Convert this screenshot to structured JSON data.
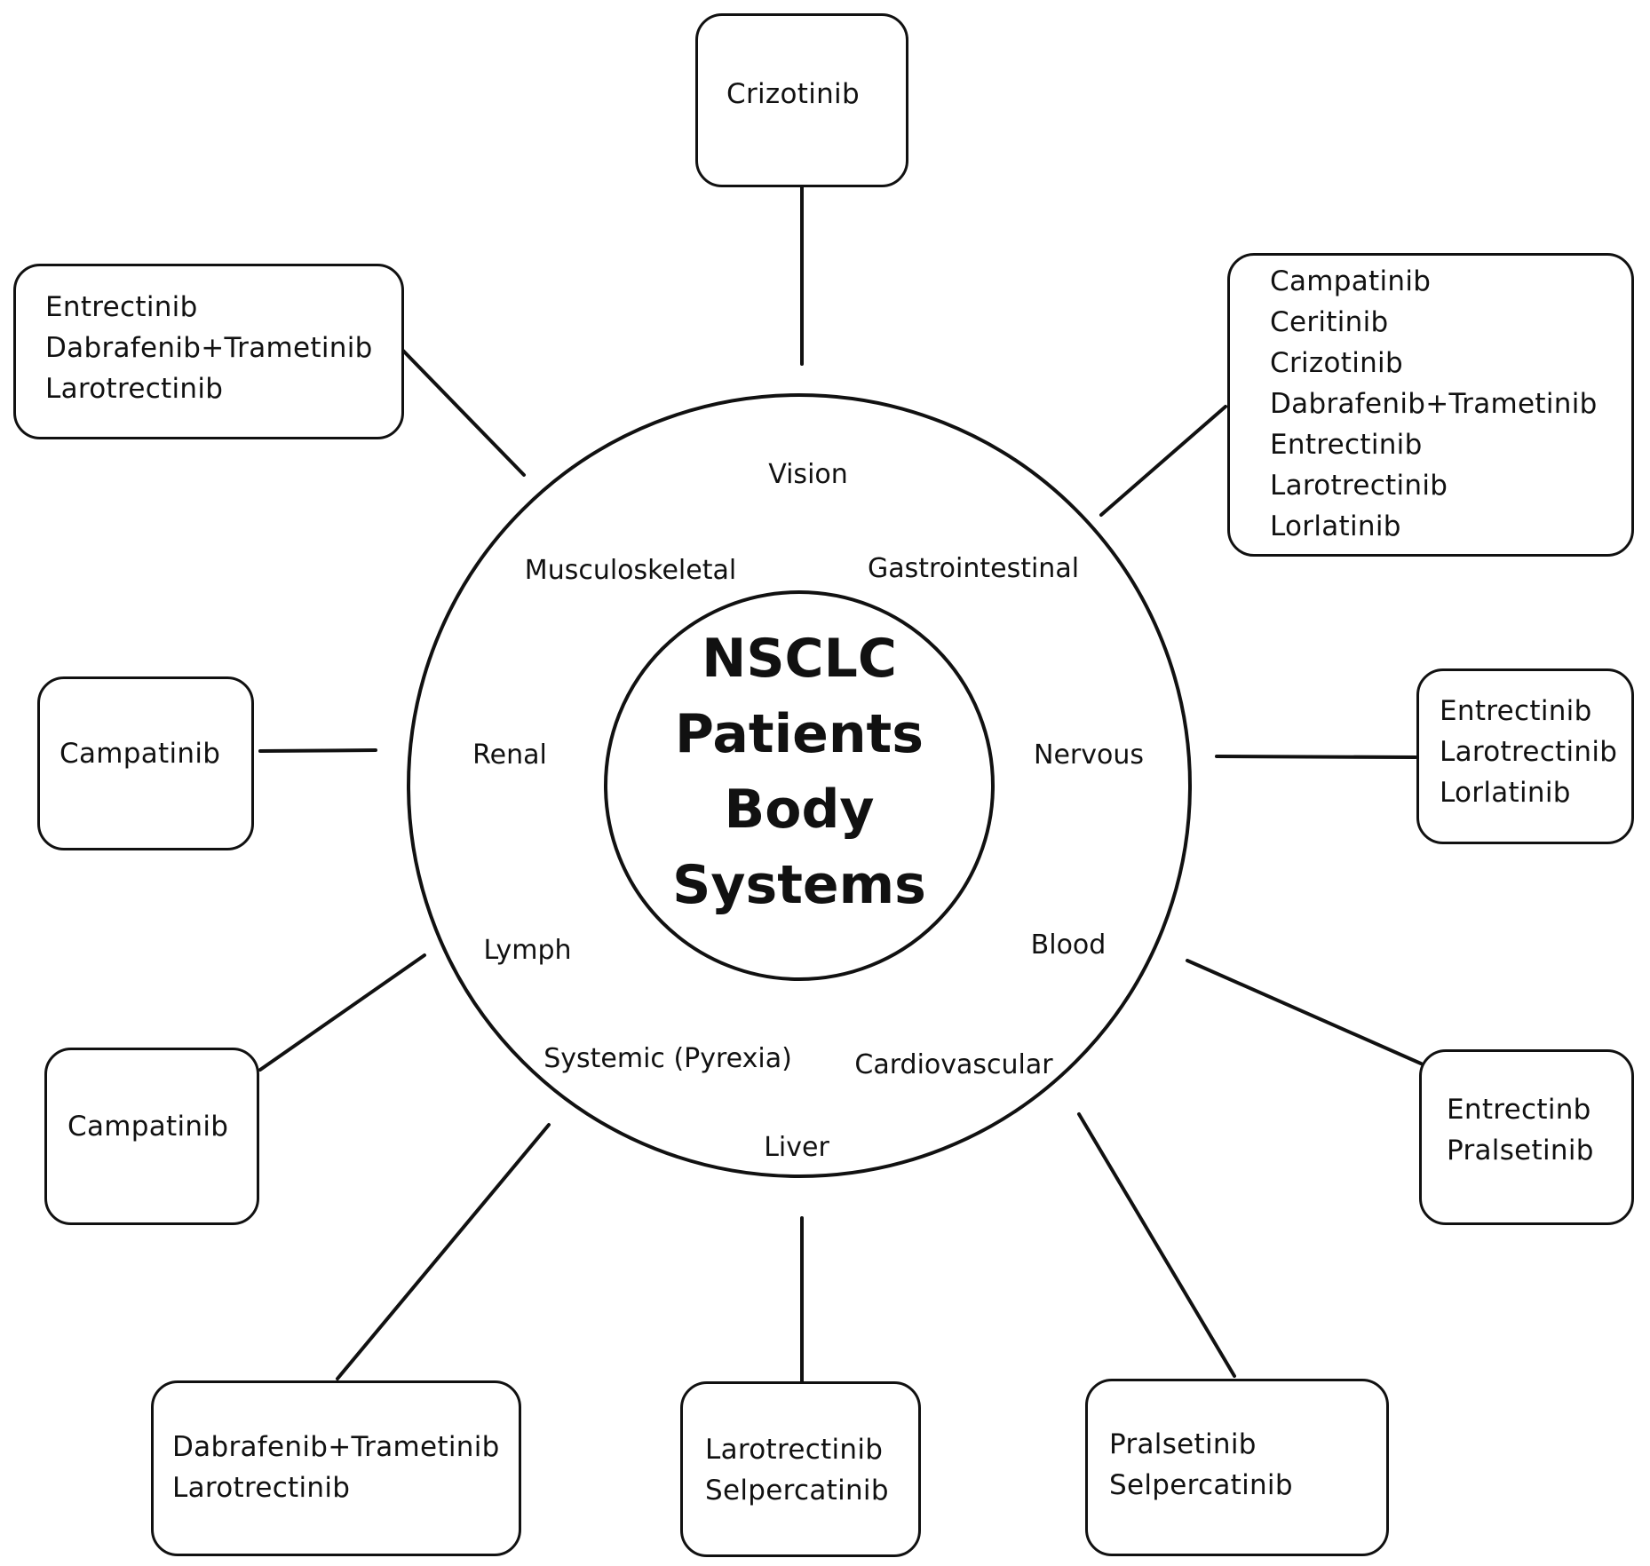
{
  "center": {
    "title_lines": [
      "NSCLC",
      "Patients",
      "Body",
      "Systems"
    ]
  },
  "systems": {
    "vision": "Vision",
    "musculoskeletal": "Musculoskeletal",
    "gastrointestinal": "Gastrointestinal",
    "renal": "Renal",
    "nervous": "Nervous",
    "lymph": "Lymph",
    "blood": "Blood",
    "systemic": "Systemic (Pyrexia)",
    "cardiovascular": "Cardiovascular",
    "liver": "Liver"
  },
  "boxes": {
    "vision": [
      "Crizotinib"
    ],
    "gastrointestinal": [
      "Campatinib",
      "Ceritinib",
      "Crizotinib",
      "Dabrafenib+Trametinib",
      "Entrectinib",
      "Larotrectinib",
      "Lorlatinib"
    ],
    "musculoskeletal": [
      "Entrectinib",
      "Dabrafenib+Trametinib",
      "Larotrectinib"
    ],
    "renal": [
      "Campatinib"
    ],
    "nervous": [
      "Entrectinib",
      "Larotrectinib",
      "Lorlatinib"
    ],
    "lymph": [
      "Campatinib"
    ],
    "blood": [
      "Entrectinb",
      "Pralsetinib"
    ],
    "systemic": [
      "Dabrafenib+Trametinib",
      "Larotrectinib"
    ],
    "liver": [
      "Larotrectinib",
      "Selpercatinib"
    ],
    "cardiovascular": [
      "Pralsetinib",
      "Selpercatinib"
    ]
  }
}
